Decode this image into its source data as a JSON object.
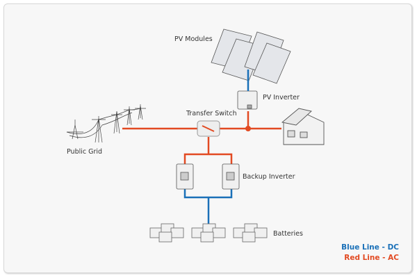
{
  "labels": {
    "pv_modules": "PV Modules",
    "pv_inverter": "PV Inverter",
    "transfer_switch": "Transfer Switch",
    "public_grid": "Public Grid",
    "backup_inverter": "Backup Inverter",
    "batteries": "Batteries"
  },
  "legend": {
    "dc": "Blue Line - DC",
    "ac": "Red Line - AC"
  },
  "colors": {
    "dc": "#1a70b8",
    "ac": "#e24a22",
    "background": "#f7f7f7"
  }
}
